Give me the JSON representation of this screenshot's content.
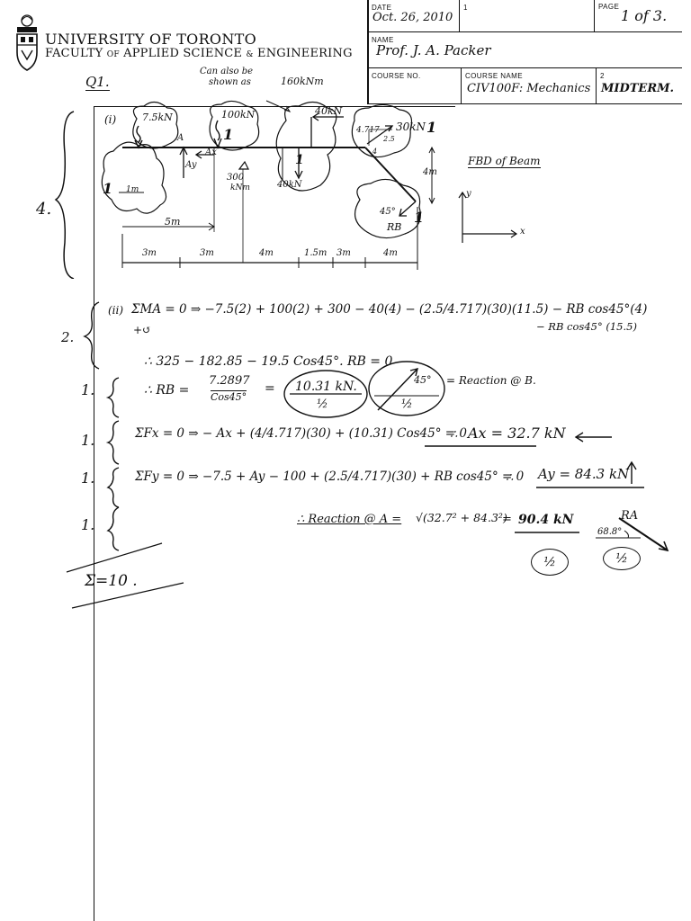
{
  "header": {
    "university": "UNIVERSITY OF TORONTO",
    "faculty_pre": "FACULTY",
    "faculty_of": "OF",
    "faculty_applied": "APPLIED SCIENCE",
    "faculty_amp": "&",
    "faculty_eng": "ENGINEERING",
    "date_label": "DATE",
    "date_value": "Oct. 26, 2010",
    "field1_label": "1",
    "page_label": "PAGE",
    "page_value": "1 of 3.",
    "name_label": "NAME",
    "name_value": "Prof. J. A. Packer",
    "course_no_label": "COURSE NO.",
    "course_name_label": "COURSE NAME",
    "course_name_value": "CIV100F: Mechanics",
    "field2_label": "2",
    "field2_value": "MIDTERM."
  },
  "q1": {
    "question": "Q1.",
    "margin_4": "4.",
    "part_i": "(i)",
    "note_line1": "Can also be",
    "note_line2": "shown as",
    "note_value": "160kNm",
    "load_7_5": "7.5kN",
    "load_100": "100kN",
    "load_40kn_top": "40kN",
    "load_30kn": "30kN",
    "moment_300": "300",
    "moment_300_unit": "kNm",
    "load_40kn_bottom": "40kN",
    "label_A": "A",
    "label_Ax": "Ax",
    "label_Ay": "Ay",
    "label_RB": "RB",
    "angle_45": "45°",
    "label_4717": "4.717",
    "label_2_5": "2.5",
    "label_4_small": "4",
    "label_4m_right": "4m",
    "dim_1m": "1m",
    "dim_5m": "5m",
    "dims": [
      "3m",
      "3m",
      "4m",
      "1.5m",
      "3m",
      "4m"
    ],
    "fbd_title": "FBD of Beam",
    "axis_y": "y",
    "axis_x": "x",
    "cloud_marks": [
      "1",
      "1",
      "1",
      "1",
      "1"
    ]
  },
  "calc": {
    "margin_2": "2.",
    "part_ii": "(ii)",
    "moment_eq": "ΣMA = 0 ⇒ −7.5(2) + 100(2) + 300 − 40(4) − (2.5/4.717)(30)(11.5) − RB cos45°(4)",
    "moment_eq_cont": "− RB cos45° (15.5)",
    "sign_note": "+↺",
    "simplify": "∴ 325 − 182.85 − 19.5 Cos45°. RB = 0",
    "margin_rb": "1.",
    "rb_lhs": "∴ RB =",
    "rb_num": "7.2897",
    "rb_den": "Cos45°",
    "rb_eq": "=",
    "rb_value": "10.31 kN.",
    "rb_half": "½",
    "rb_angle": "45°",
    "rb_half2": "½",
    "rb_reaction": "= Reaction @ B.",
    "margin_fx": "1.",
    "fx_eq": "ΣFx = 0 ⇒ − Ax + (4/4.717)(30) + (10.31) Cos45° = 0",
    "fx_therefore": "∴",
    "ax_result": "Ax = 32.7 kN",
    "margin_fy": "1.",
    "fy_eq": "ΣFy = 0 ⇒ −7.5 + Ay − 100 + (2.5/4.717)(30) + RB cos45° = 0",
    "fy_therefore": "∴",
    "ay_result": "Ay = 84.3 kN",
    "margin_ra": "1.",
    "ra_lhs": "∴ Reaction @ A =",
    "ra_sqrt": "√(32.7² + 84.3²)",
    "ra_eq": "=",
    "ra_value": "90.4 kN",
    "ra_label": "RA",
    "ra_angle": "68.8°",
    "ra_half1": "½",
    "ra_half2": "½",
    "total": "Σ=10 ."
  }
}
